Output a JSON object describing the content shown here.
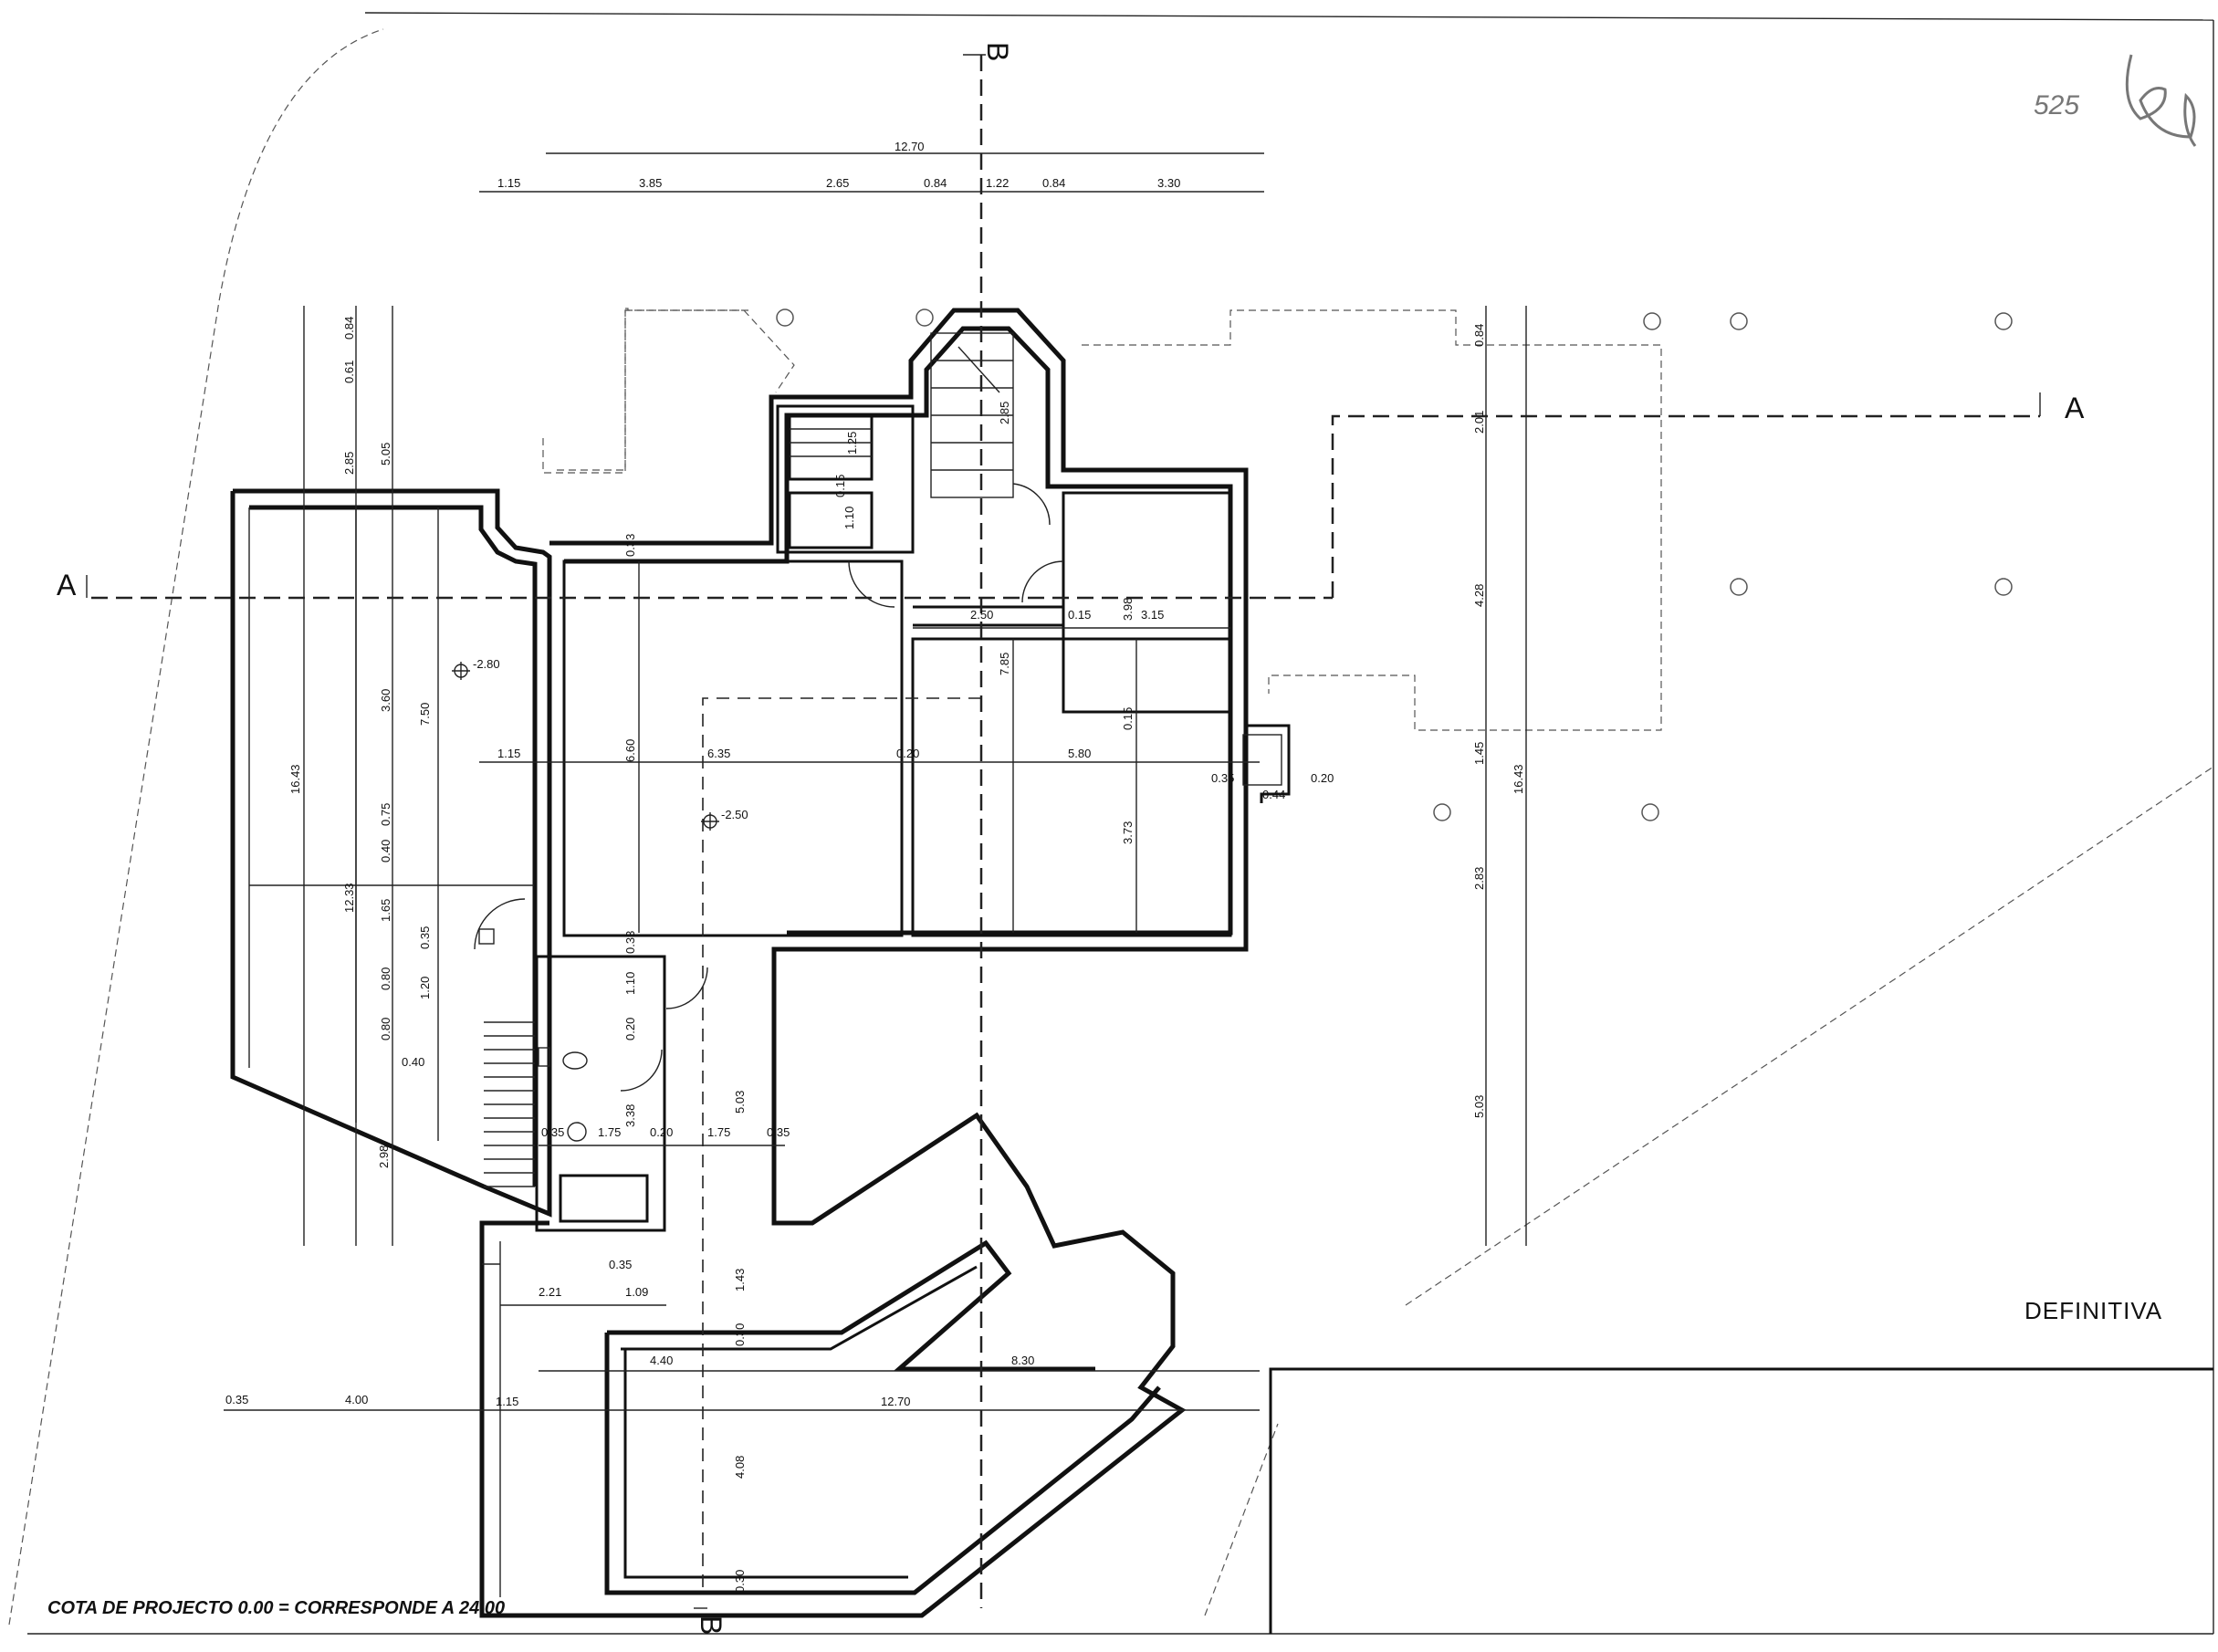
{
  "section_markers": {
    "a_left": "A",
    "a_right": "A",
    "b_top": "B",
    "b_bottom": "B"
  },
  "labels": {
    "status": "DEFINITIVA",
    "footer_note": "COTA DE PROJECTO 0.00 = CORRESPONDE A 24.00",
    "handwritten": "525"
  },
  "levels": {
    "level_1": "-2.80",
    "level_2": "-2.50"
  },
  "dimensions": {
    "top_total": "12.70",
    "top_row": [
      "1.15",
      "3.85",
      "2.65",
      "0.84",
      "1.22",
      "0.84",
      "3.30"
    ],
    "left_outer": "16.43",
    "left_mid": [
      "0.61",
      "0.84",
      "2.85",
      "12.33",
      "2.98"
    ],
    "left_inner": [
      "5.05",
      "3.60",
      "0.40",
      "0.75",
      "1.65",
      "0.80",
      "0.80"
    ],
    "left_inner2": [
      "7.50",
      "0.35",
      "1.20",
      "0.40"
    ],
    "right_chain": [
      "0.84",
      "2.01",
      "4.28",
      "1.45",
      "2.83",
      "5.03"
    ],
    "right_total": "16.43",
    "mid_row": [
      "1.15",
      "6.35",
      "0.20",
      "5.80",
      "0.35",
      "0.20",
      "0.44"
    ],
    "room_vertical": [
      "0.33",
      "6.60",
      "0.33",
      "1.10",
      "0.20",
      "3.38",
      "7.85",
      "3.73",
      "3.98",
      "0.15",
      "2.85",
      "1.25",
      "0.15",
      "1.10",
      "5.03",
      "1.43",
      "0.30",
      "4.08",
      "0.30"
    ],
    "room_horizontal": [
      "2.50",
      "0.15",
      "3.15"
    ],
    "wc_row": [
      "0.35",
      "1.75",
      "0.20",
      "1.75",
      "0.35"
    ],
    "lower_row1": [
      "0.35",
      "2.21",
      "1.09"
    ],
    "bottom_row1": [
      "4.40",
      "8.30"
    ],
    "bottom_row2": [
      "0.35",
      "4.00",
      "1.15",
      "12.70"
    ]
  },
  "colors": {
    "ink": "#111111",
    "paper": "#ffffff"
  }
}
